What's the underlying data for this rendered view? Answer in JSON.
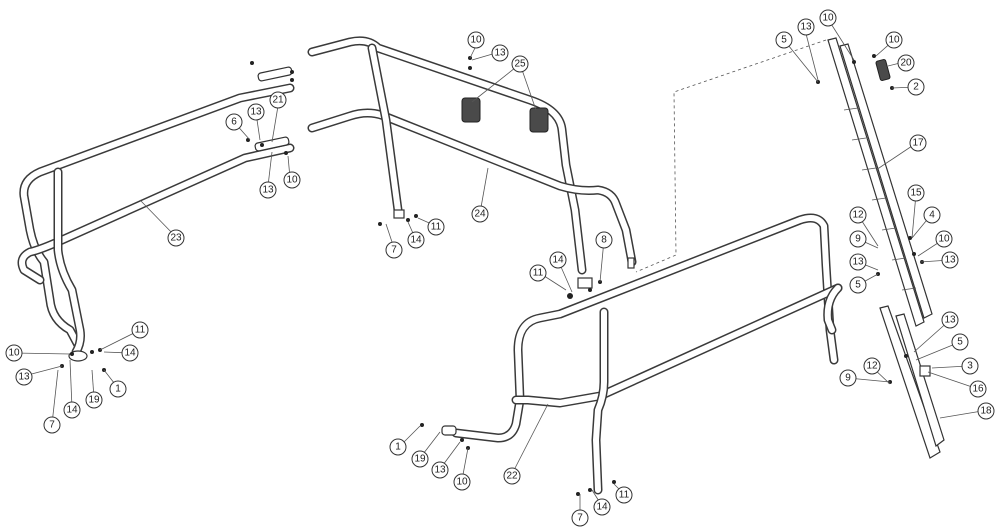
{
  "callouts": [
    {
      "label": "10"
    },
    {
      "label": "13"
    },
    {
      "label": "25"
    },
    {
      "label": "25"
    },
    {
      "label": "21"
    },
    {
      "label": "13"
    },
    {
      "label": "6"
    },
    {
      "label": "13"
    },
    {
      "label": "10"
    },
    {
      "label": "23"
    },
    {
      "label": "24"
    },
    {
      "label": "7"
    },
    {
      "label": "14"
    },
    {
      "label": "11"
    },
    {
      "label": "11"
    },
    {
      "label": "14"
    },
    {
      "label": "8"
    },
    {
      "label": "10"
    },
    {
      "label": "13"
    },
    {
      "label": "11"
    },
    {
      "label": "14"
    },
    {
      "label": "1"
    },
    {
      "label": "19"
    },
    {
      "label": "14"
    },
    {
      "label": "7"
    },
    {
      "label": "13"
    },
    {
      "label": "10"
    },
    {
      "label": "5"
    },
    {
      "label": "10"
    },
    {
      "label": "20"
    },
    {
      "label": "2"
    },
    {
      "label": "17"
    },
    {
      "label": "15"
    },
    {
      "label": "4"
    },
    {
      "label": "12"
    },
    {
      "label": "9"
    },
    {
      "label": "10"
    },
    {
      "label": "13"
    },
    {
      "label": "13"
    },
    {
      "label": "5"
    },
    {
      "label": "13"
    },
    {
      "label": "5"
    },
    {
      "label": "3"
    },
    {
      "label": "16"
    },
    {
      "label": "9"
    },
    {
      "label": "12"
    },
    {
      "label": "18"
    },
    {
      "label": "1"
    },
    {
      "label": "19"
    },
    {
      "label": "13"
    },
    {
      "label": "10"
    },
    {
      "label": "22"
    },
    {
      "label": "7"
    },
    {
      "label": "14"
    },
    {
      "label": "11"
    }
  ]
}
